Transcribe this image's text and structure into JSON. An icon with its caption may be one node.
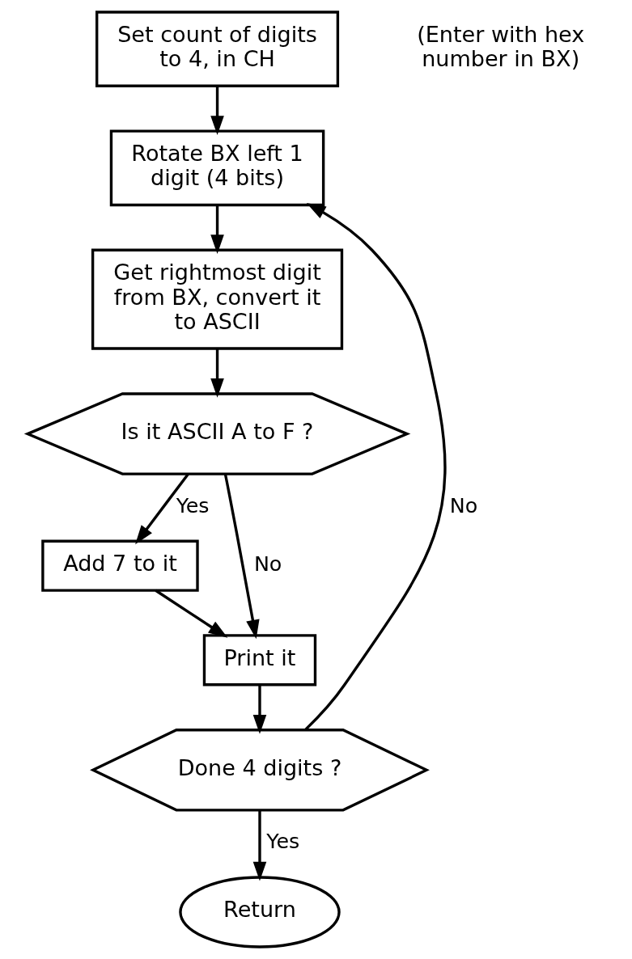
{
  "diagram": {
    "nodes": [
      {
        "text": [
          "Set count of digits to 4, in CH"
        ]
      },
      {
        "text": [
          "Rotate BX left 1 digit (4 bits)"
        ]
      },
      {
        "text": [
          "Get rightmost digit from BX, convert it to ASCII"
        ]
      },
      {
        "text": [
          "Is it ASCII A to F ?"
        ]
      },
      {
        "text": [
          "Add 7 to it"
        ]
      },
      {
        "text": [
          "Print it"
        ]
      },
      {
        "text": [
          "Done 4 digits ?"
        ]
      },
      {
        "text": [
          "Return"
        ]
      }
    ],
    "edges": [
      {
        "from": 0,
        "to": 1,
        "arrow": "to"
      },
      {
        "from": 1,
        "to": 2,
        "arrow": "to"
      },
      {
        "from": 2,
        "to": 3,
        "arrow": "to"
      },
      {
        "from": 3,
        "to": 4,
        "arrow": "to",
        "label": "Yes"
      },
      {
        "from": 3,
        "to": 5,
        "arrow": "to",
        "label": "No"
      },
      {
        "from": 4,
        "to": 5,
        "arrow": "to"
      },
      {
        "from": 5,
        "to": 6,
        "arrow": "to"
      },
      {
        "from": 6,
        "to": 1,
        "arrow": "to",
        "label": "No"
      },
      {
        "from": 6,
        "to": 7,
        "arrow": "to",
        "label": "Yes"
      }
    ],
    "labels": [
      "(Enter with hex number in BX)"
    ]
  }
}
